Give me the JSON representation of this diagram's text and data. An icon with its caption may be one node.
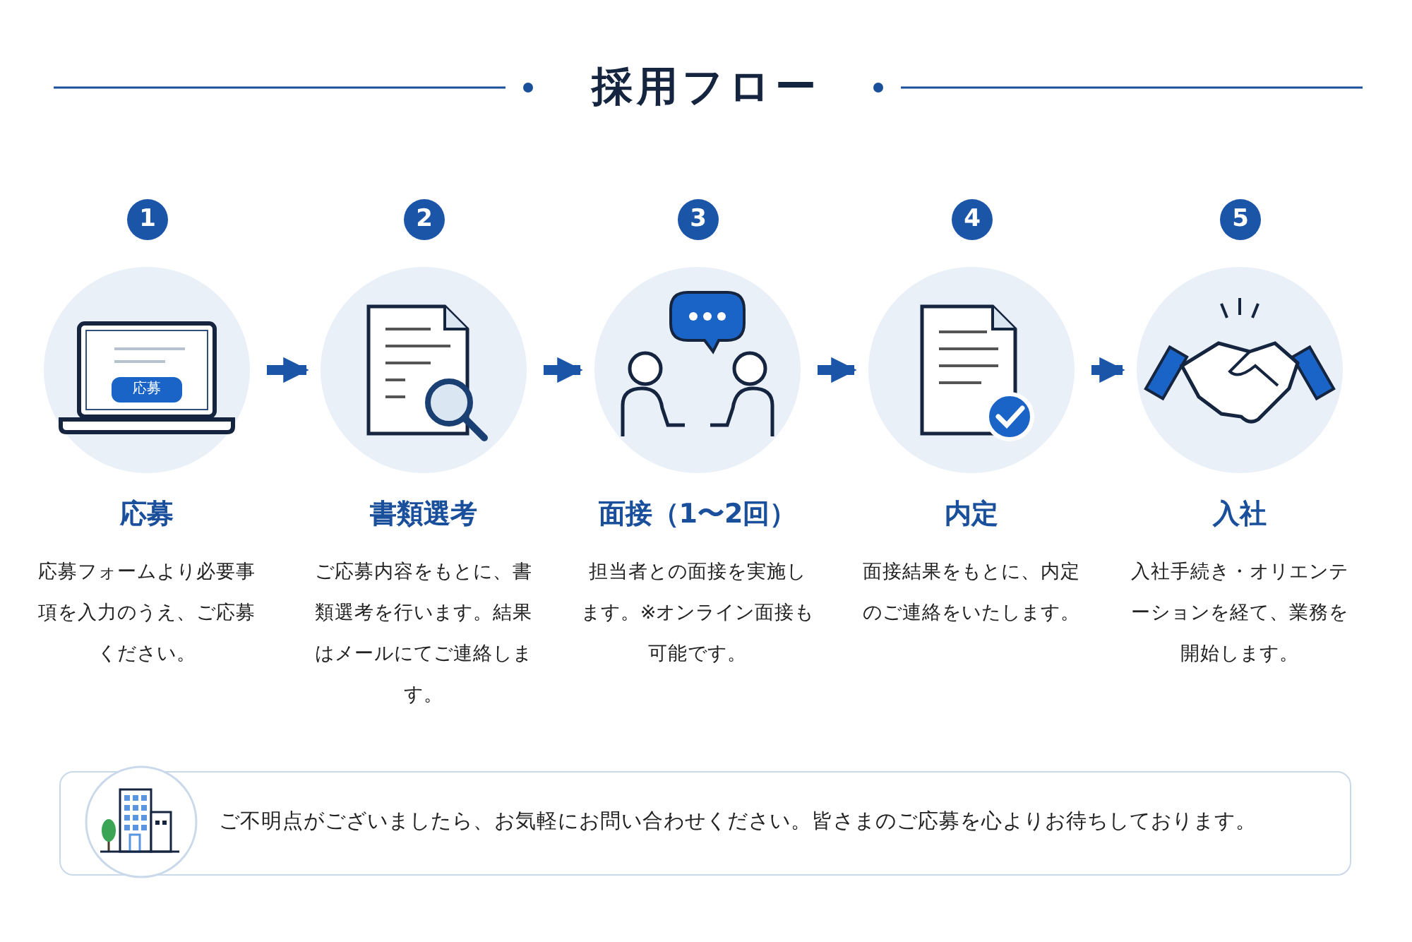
{
  "diagram": {
    "title": "採用フロー",
    "nodes": [
      {
        "text": [
          "応募",
          "応募フォームより必要事項を入力のうえ、ご応募ください。"
        ],
        "beside": [
          "1"
        ]
      },
      {
        "text": [
          "書類選考",
          "ご応募内容をもとに、書類選考を行います。結果はメールにてご連絡します。"
        ],
        "beside": [
          "2"
        ]
      },
      {
        "text": [
          "面接（1〜2回）",
          "担当者との面接を実施します。※オンライン面接も可能です。"
        ],
        "beside": [
          "3"
        ]
      },
      {
        "text": [
          "内定",
          "面接結果をもとに、内定のご連絡をいたします。"
        ],
        "beside": [
          "4"
        ]
      },
      {
        "text": [
          "入社",
          "入社手続き・オリエンテーションを経て、業務を開始します。"
        ],
        "beside": [
          "5"
        ]
      },
      {
        "text": [
          "ご不明点がございましたら、お気軽にお問い合わせください。皆さまのご応募を心よりお待ちしております。"
        ]
      }
    ],
    "edges": [
      {
        "from": 0,
        "to": 1,
        "arrow": "to"
      },
      {
        "from": 1,
        "to": 2,
        "arrow": "to"
      },
      {
        "from": 2,
        "to": 3,
        "arrow": "to"
      },
      {
        "from": 3,
        "to": 4,
        "arrow": "to"
      }
    ],
    "labels": [
      "応募"
    ]
  }
}
